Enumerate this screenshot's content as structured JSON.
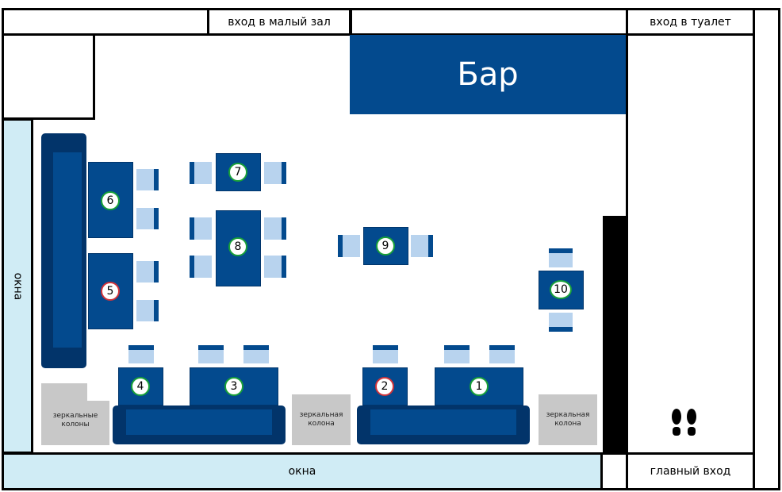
{
  "labels": {
    "small_hall_entrance": "вход в малый зал",
    "toilet_entrance": "вход в туалет",
    "bar": "Бар",
    "windows_left": "окна",
    "windows_bottom": "окна",
    "main_entrance": "главный вход",
    "mirror_columns_left": "зеркальные\nколоны",
    "mirror_column_middle": "зеркальная\nколона",
    "mirror_column_right": "зеркальная\nколона"
  },
  "tables": [
    {
      "number": "1",
      "status": "free"
    },
    {
      "number": "2",
      "status": "occupied"
    },
    {
      "number": "3",
      "status": "free"
    },
    {
      "number": "4",
      "status": "free"
    },
    {
      "number": "5",
      "status": "occupied"
    },
    {
      "number": "6",
      "status": "free"
    },
    {
      "number": "7",
      "status": "free"
    },
    {
      "number": "8",
      "status": "free"
    },
    {
      "number": "9",
      "status": "free"
    },
    {
      "number": "10",
      "status": "free"
    }
  ],
  "colors": {
    "furniture": "#034a8e",
    "chair_light": "#b8d3ee",
    "free": "#18a038",
    "occupied": "#d0343a",
    "window": "#d0ecf5"
  },
  "icons": [
    "footprints-icon"
  ]
}
